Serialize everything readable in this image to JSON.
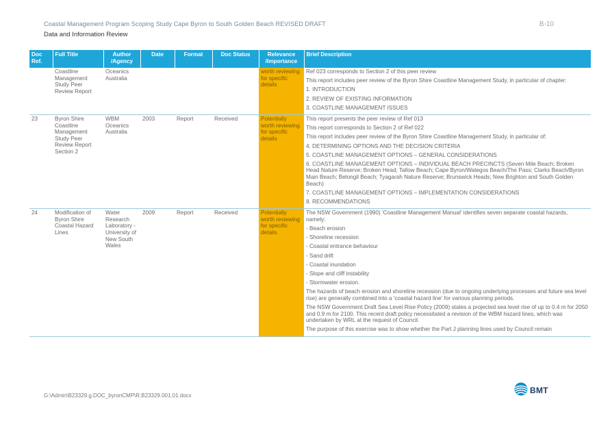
{
  "header": {
    "title": "Coastal Management Program Scoping Study Cape Byron to South Golden Beach REVISED DRAFT",
    "page": "B-10",
    "subtitle": "Data and Information Review"
  },
  "table": {
    "columns": [
      "Doc Ref.",
      "Full Title",
      "Author /Agency",
      "Date",
      "Format",
      "Doc Status",
      "Relevance /Importance",
      "Brief Description"
    ],
    "rows": [
      {
        "ref": "",
        "title": "Coastline Management Study Peer Review Report",
        "author": "Oceanics Australia",
        "date": "",
        "format": "",
        "status": "",
        "relevance": "worth reviewing for specific details",
        "description": [
          "Ref 023 corresponds to Section 2 of this peer review",
          "This report includes peer review of the Byron Shire Coastline Management Study, in particular of chapter:",
          "1. INTRODUCTION",
          "2. REVIEW OF EXISTING INFORMATION",
          "3. COASTLINE MANAGEMENT ISSUES"
        ]
      },
      {
        "ref": "23",
        "title": "Byron Shire Coastline Management Study Peer Review Report Section 2",
        "author": "WBM Oceanics Australia",
        "date": "2003",
        "format": "Report",
        "status": "Received",
        "relevance": "Potentially worth reviewing for specific details",
        "description": [
          "This report presents the peer review of Ref 013",
          "This report corresponds to Section 2 of Ref 022",
          "This report includes peer review of the Byron Shire Coastline Management Study, in particular of:",
          "4. DETERMINING OPTIONS AND THE DECISION CRITERIA",
          "5. COASTLINE MANAGEMENT OPTIONS – GENERAL CONSIDERATIONS",
          "6. COASTLINE MANAGEMENT OPTIONS – INDIVIDUAL BEACH PRECINCTS (Seven Mile Beach; Broken Head Nature Reserve; Broken Head; Tallow Beach; Cape Byron/Wategos Beach/The Pass; Clarks Beach/Byron Main Beach; Belongil Beach; Tyagarah Nature Reserve; Brunswick Heads; New Brighton and South Golden Beach)",
          "7. COASTLINE MANAGEMENT OPTIONS – IMPLEMENTATION CONSIDERATIONS",
          "8. RECOMMENDATIONS"
        ]
      },
      {
        "ref": "24",
        "title": "Modification of Byron Shire Coastal Hazard Lines",
        "author": "Water Research Laboratory - University of New South Wales",
        "date": "2009",
        "format": "Report",
        "status": "Received",
        "relevance": "Potentially worth reviewing for specific details",
        "description": [
          "The NSW Government (1990) 'Coastline Management Manual' identifies seven separate coastal hazards, namely:",
          "- Beach erosion",
          "- Shoreline recession",
          "- Coastal entrance behaviour",
          "- Sand drift",
          "- Coastal inundation",
          "- Slope and cliff instability",
          "- Stormwater erosion.",
          "The hazards of beach erosion and shoreline recession (due to ongoing underlying processes and future sea level rise) are generally combined into a 'coastal hazard line' for various planning periods.",
          "The NSW Government Draft Sea Level Rise Policy (2009) states a projected sea level rise of up to 0.4 m for 2050 and 0.9 m for 2100. This recent draft policy necessitated a revision of the WBM hazard lines, which was undertaken by WRL at the request of Council.",
          "The purpose of this exercise was to show whether the Part J planning lines used by Council remain"
        ]
      }
    ]
  },
  "footer": {
    "path": "G:\\Admin\\B23329.g.DOC_byronCMP\\R.B23329.001.01.docx",
    "logo_text": "BMT"
  },
  "colors": {
    "header_bg": "#1ea6d9",
    "relevance_bg": "#f4b400",
    "title_text": "#6e8a9e",
    "logo_blue": "#1d3b6e"
  }
}
